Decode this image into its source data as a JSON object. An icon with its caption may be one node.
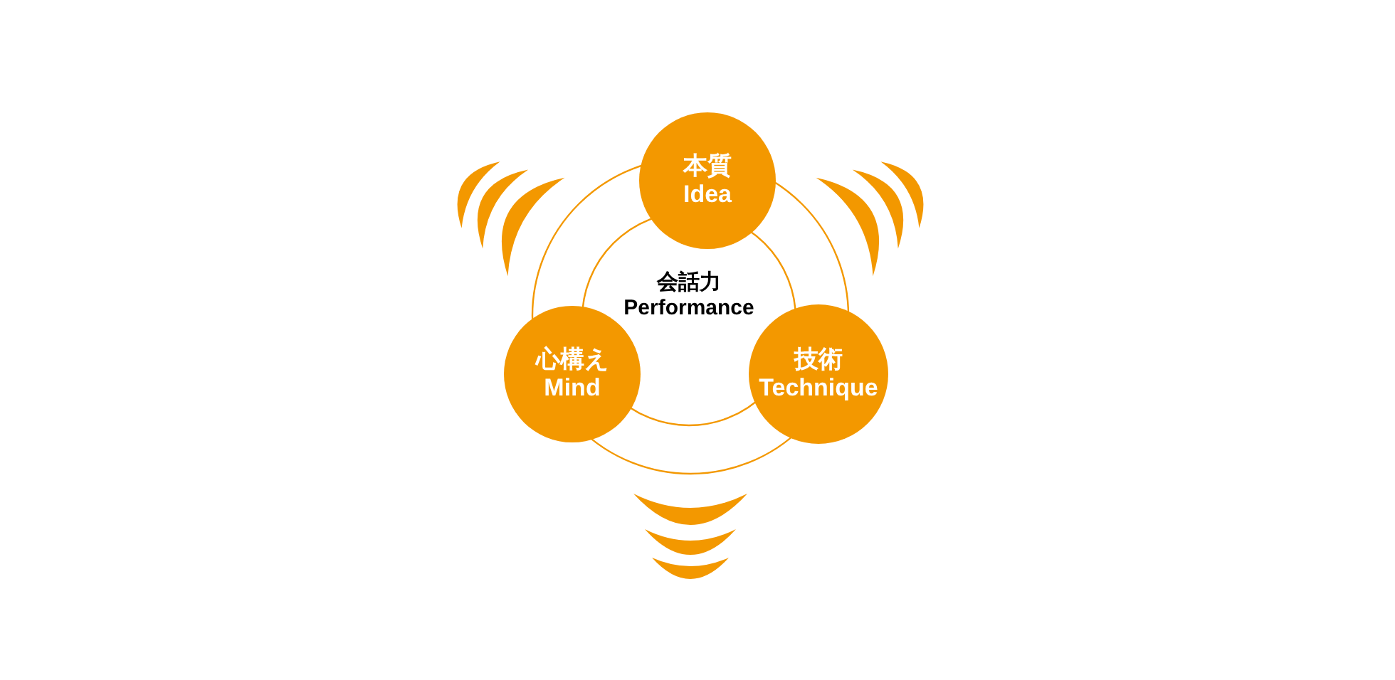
{
  "diagram": {
    "nodes": [
      {
        "text": [
          "会話力",
          "Performance"
        ]
      },
      {
        "text": [
          "本質",
          "Idea"
        ]
      },
      {
        "text": [
          "心構え",
          "Mind"
        ]
      },
      {
        "text": [
          "技術",
          "Technique"
        ]
      }
    ]
  }
}
